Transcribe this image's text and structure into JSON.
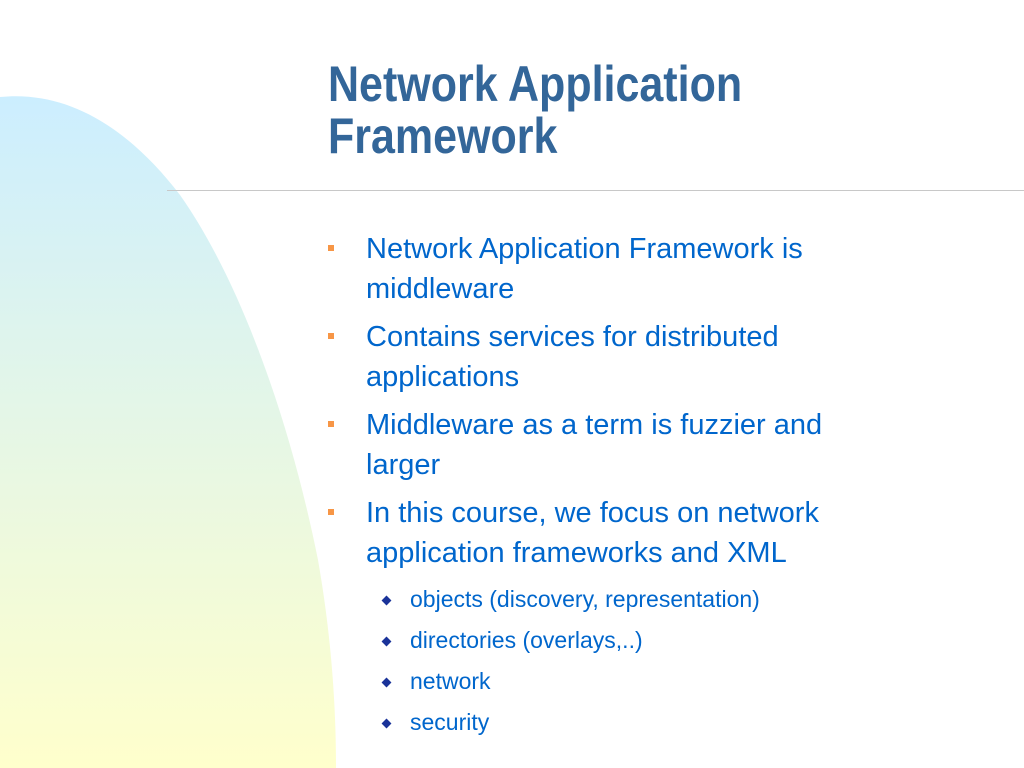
{
  "slide": {
    "title_line1": "Network Application",
    "title_line2": "Framework",
    "bullets": [
      {
        "text_line1": "Network Application Framework is",
        "text_line2": "middleware"
      },
      {
        "text_line1": "Contains services for distributed",
        "text_line2": "applications"
      },
      {
        "text_line1": "Middleware as a term is fuzzier and",
        "text_line2": "larger"
      },
      {
        "text_line1": "In this course, we focus on network",
        "text_line2": "application frameworks and XML"
      }
    ],
    "sub_bullets": [
      "objects (discovery, representation)",
      "directories (overlays,..)",
      "network",
      "security"
    ]
  },
  "icons": {
    "bullet": "square-bullet-icon",
    "sub_bullet": "diamond-bullet-icon"
  },
  "colors": {
    "title": "#336699",
    "body_text": "#0066cc",
    "bullet_marker": "#f79646",
    "sub_bullet_marker": "#1a3399",
    "background_gradient_top": "#cceeff",
    "background_gradient_bottom": "#ffffcc",
    "title_rule": "#c8c8c8"
  }
}
